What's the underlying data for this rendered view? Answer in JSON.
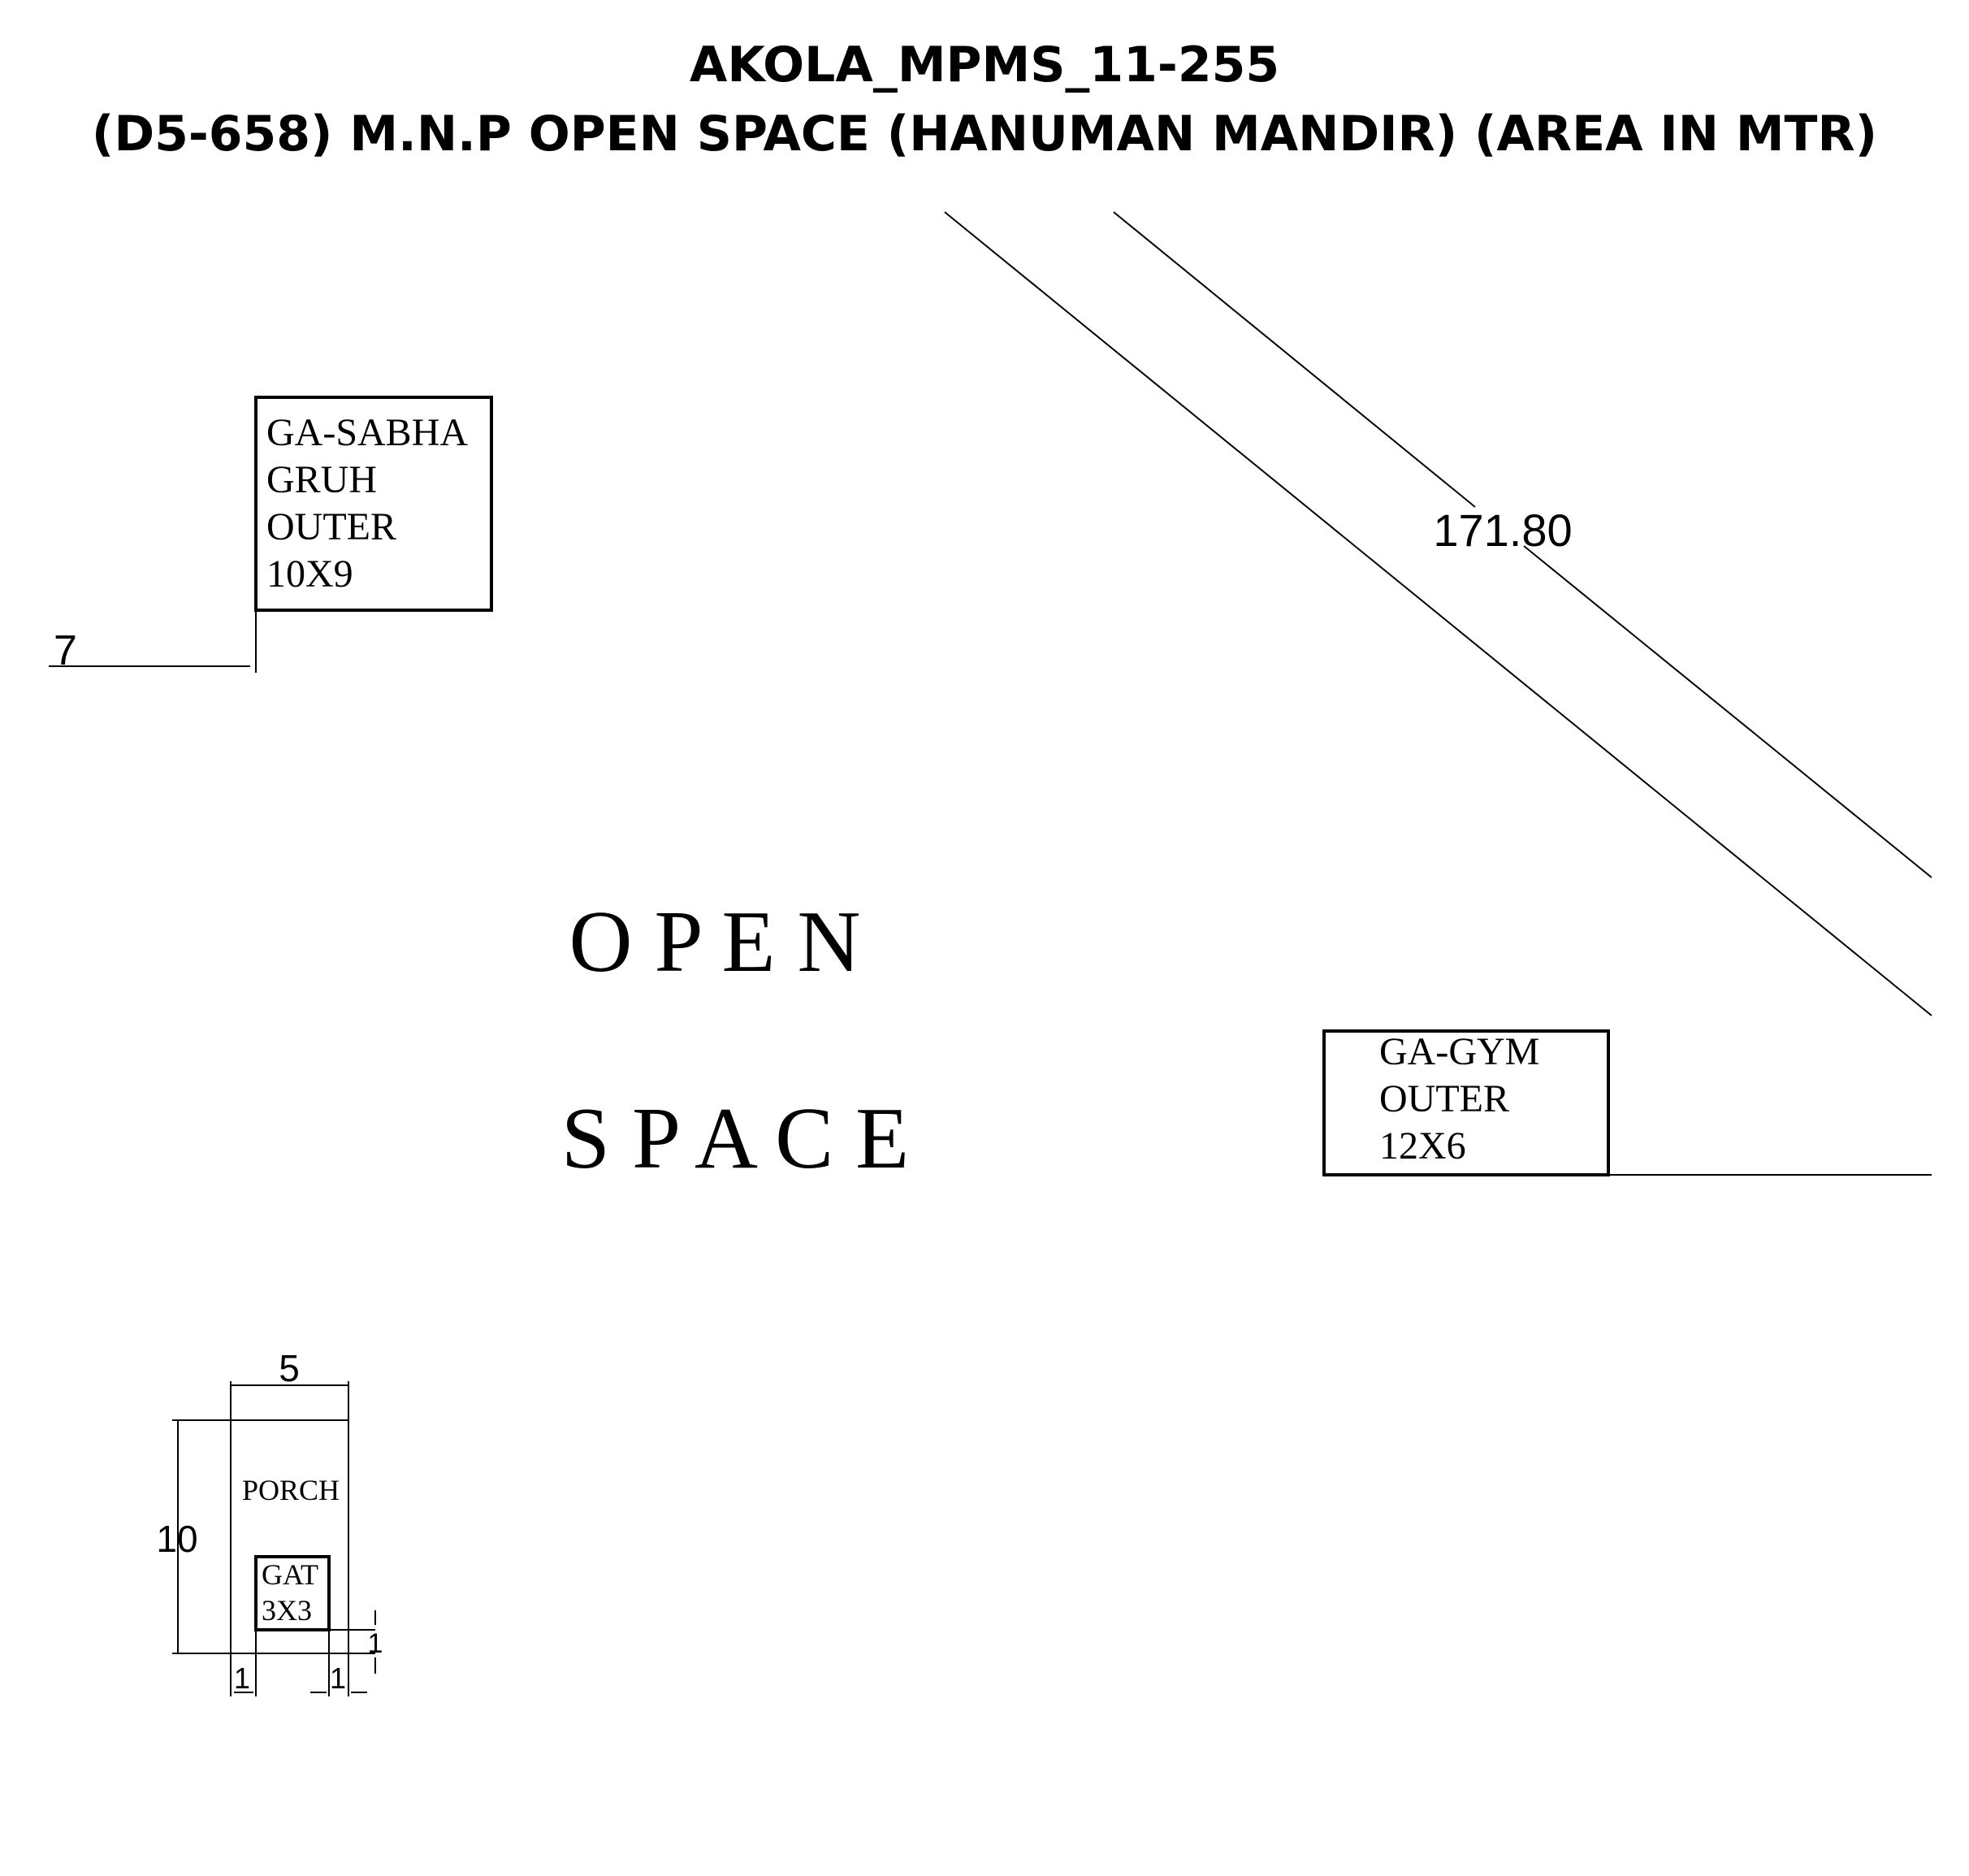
{
  "title": {
    "line1": "AKOLA_MPMS_11-255",
    "line2": "(D5-658) M.N.P OPEN SPACE (HANUMAN MANDIR) (AREA IN MTR)"
  },
  "boundary": {
    "length_label": "171.80"
  },
  "sabha_gruh": {
    "line1": "GA-SABHA",
    "line2": "GRUH",
    "line3": "OUTER",
    "line4": "10X9",
    "offset_label": "7"
  },
  "open_space": {
    "word1": "O P E N",
    "word2": "S P A C E"
  },
  "gym": {
    "line1": "GA-GYM",
    "line2": "OUTER",
    "line3": "12X6"
  },
  "porch": {
    "label": "PORCH",
    "width_label": "5",
    "height_label": "10",
    "gate_line1": "GAT",
    "gate_line2": "3X3",
    "left_offset_label": "1",
    "right_offset_label": "1",
    "bottom_offset_label": "1"
  }
}
